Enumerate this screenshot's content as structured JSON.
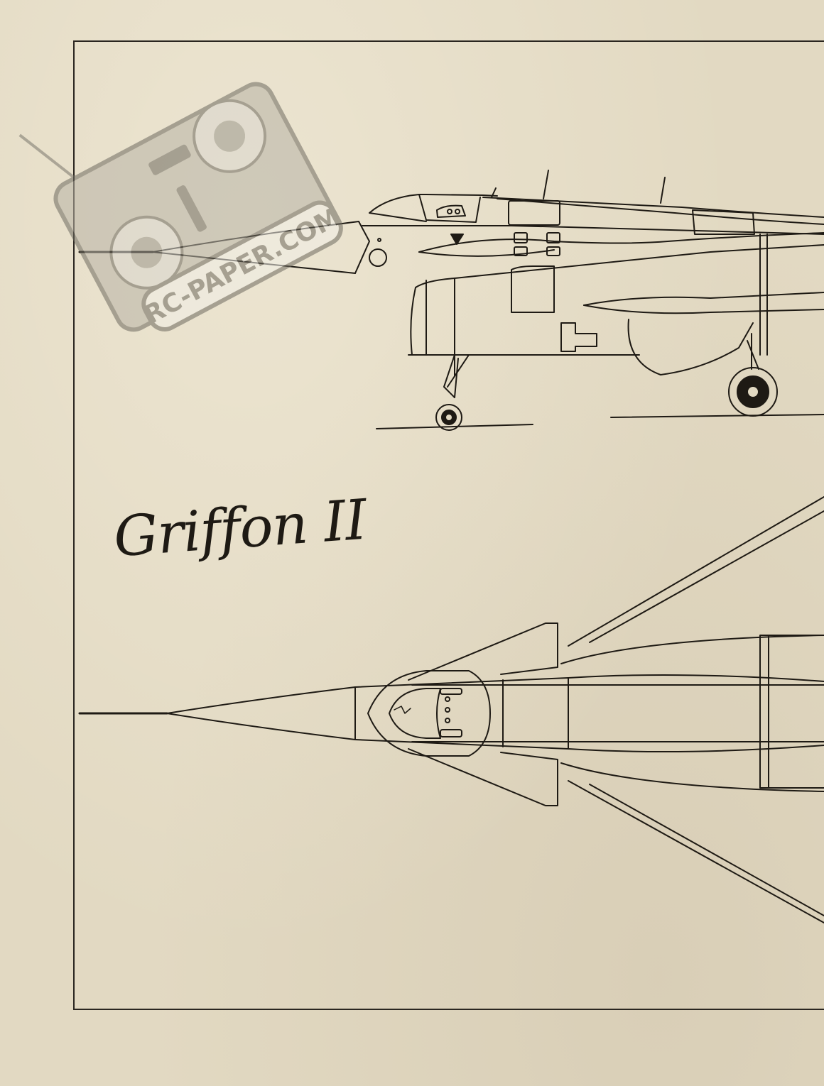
{
  "title": "Griffon II",
  "watermark": {
    "text": "RC-PAPER.COM",
    "description": "radio transmitter logo watermark"
  },
  "colors": {
    "paper": "#e2d9c2",
    "ink": "#1e1a14",
    "watermark": "#8a8578"
  }
}
